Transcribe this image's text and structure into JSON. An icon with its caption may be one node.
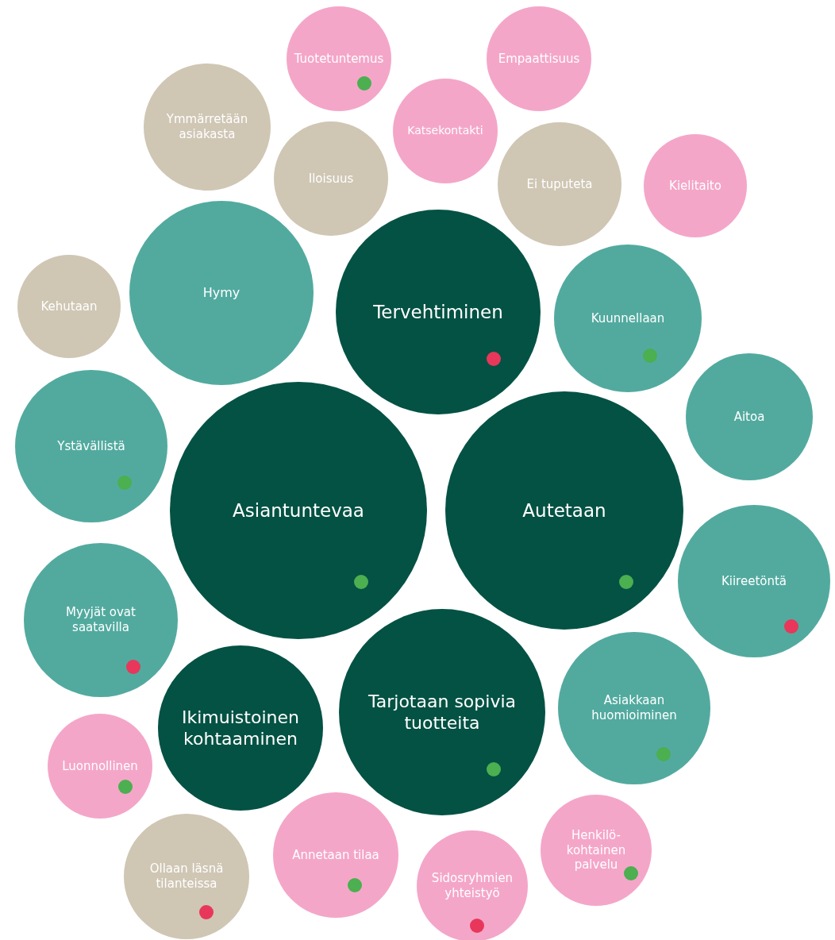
{
  "diagram": {
    "nodes": [
      {
        "text": [
          "Tuotetuntemus"
        ]
      },
      {
        "text": [
          "Empaattisuus"
        ]
      },
      {
        "text": [
          "Ymmärretään asiakasta"
        ]
      },
      {
        "text": [
          "Katsekontakti"
        ]
      },
      {
        "text": [
          "Iloisuus"
        ]
      },
      {
        "text": [
          "Ei tuputeta"
        ]
      },
      {
        "text": [
          "Kielitaito"
        ]
      },
      {
        "text": [
          "Kehutaan"
        ]
      },
      {
        "text": [
          "Hymy"
        ]
      },
      {
        "text": [
          "Tervehtiminen"
        ]
      },
      {
        "text": [
          "Kuunnellaan"
        ]
      },
      {
        "text": [
          "Aitoa"
        ]
      },
      {
        "text": [
          "Ystävällistä"
        ]
      },
      {
        "text": [
          "Asiantuntevaa"
        ]
      },
      {
        "text": [
          "Autetaan"
        ]
      },
      {
        "text": [
          "Kiireetöntä"
        ]
      },
      {
        "text": [
          "Myyjät ovat saatavilla"
        ]
      },
      {
        "text": [
          "Ikimuistoinen kohtaaminen"
        ]
      },
      {
        "text": [
          "Tarjotaan sopivia tuotteita"
        ]
      },
      {
        "text": [
          "Asiakkaan huomioiminen"
        ]
      },
      {
        "text": [
          "Luonnollinen"
        ]
      },
      {
        "text": [
          "Ollaan läsnä tilanteissa"
        ]
      },
      {
        "text": [
          "Annetaan tilaa"
        ]
      },
      {
        "text": [
          "Sidosryhmien yhteistyö"
        ]
      },
      {
        "text": [
          "Henkilö- kohtainen palvelu"
        ]
      },
      {
        "text": [],
        "shape": "circle",
        "in": 0
      },
      {
        "text": [],
        "shape": "circle",
        "in": 9
      },
      {
        "text": [],
        "shape": "circle",
        "in": 10
      },
      {
        "text": [],
        "shape": "circle",
        "in": 12
      },
      {
        "text": [],
        "shape": "circle",
        "in": 13
      },
      {
        "text": [],
        "shape": "circle",
        "in": 14
      },
      {
        "text": [],
        "shape": "circle",
        "in": 15
      },
      {
        "text": [],
        "shape": "circle",
        "in": 16
      },
      {
        "text": [],
        "shape": "circle",
        "in": 18
      },
      {
        "text": [],
        "shape": "circle",
        "in": 19
      },
      {
        "text": [],
        "shape": "circle",
        "in": 20
      },
      {
        "text": [],
        "shape": "circle",
        "in": 21
      },
      {
        "text": [],
        "shape": "circle",
        "in": 22
      },
      {
        "text": [],
        "shape": "circle",
        "in": 23
      },
      {
        "text": [],
        "shape": "circle",
        "in": 24
      }
    ]
  }
}
